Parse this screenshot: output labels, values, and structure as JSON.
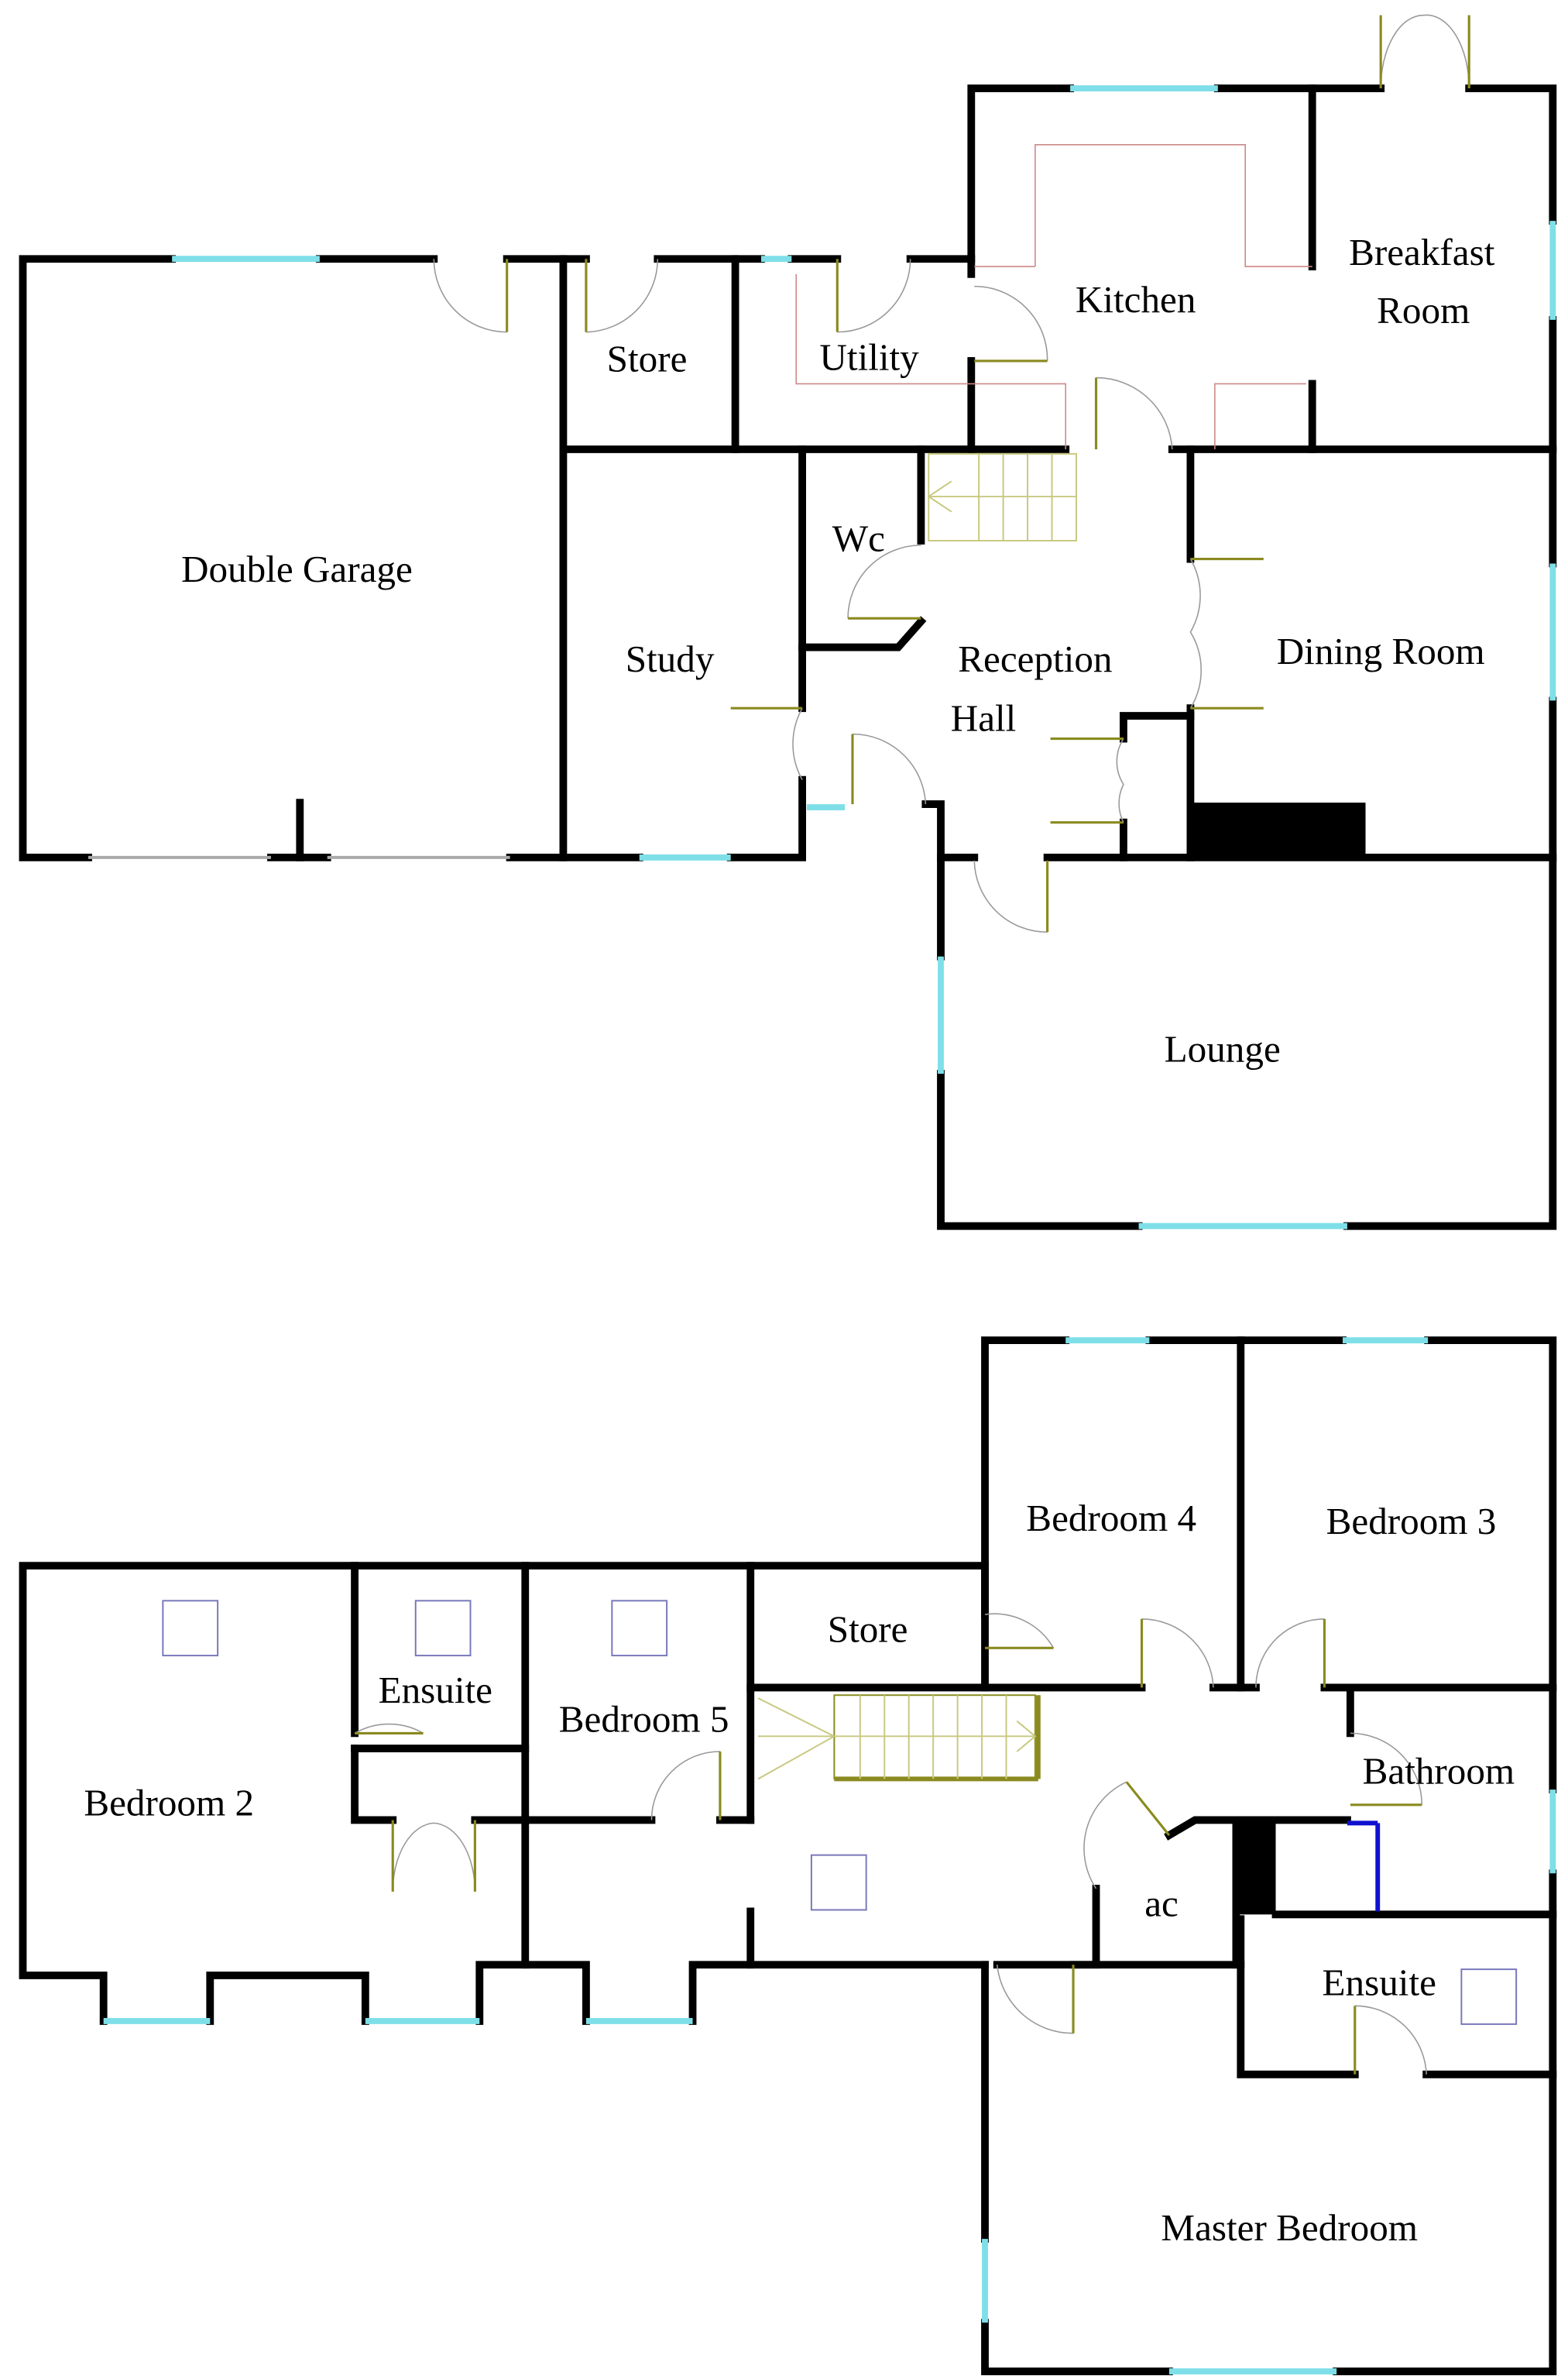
{
  "ground_floor": {
    "rooms": {
      "double_garage": "Double Garage",
      "store": "Store",
      "utility": "Utility",
      "kitchen": "Kitchen",
      "breakfast_room_line1": "Breakfast",
      "breakfast_room_line2": "Room",
      "study": "Study",
      "wc": "Wc",
      "reception_hall_line1": "Reception",
      "reception_hall_line2": "Hall",
      "dining_room": "Dining Room",
      "lounge": "Lounge"
    }
  },
  "first_floor": {
    "rooms": {
      "bedroom_4": "Bedroom 4",
      "bedroom_3": "Bedroom 3",
      "store": "Store",
      "ensuite_1": "Ensuite",
      "bedroom_5": "Bedroom 5",
      "bedroom_2": "Bedroom 2",
      "bathroom": "Bathroom",
      "ac": "ac",
      "ensuite_2": "Ensuite",
      "master_bedroom": "Master Bedroom"
    }
  }
}
